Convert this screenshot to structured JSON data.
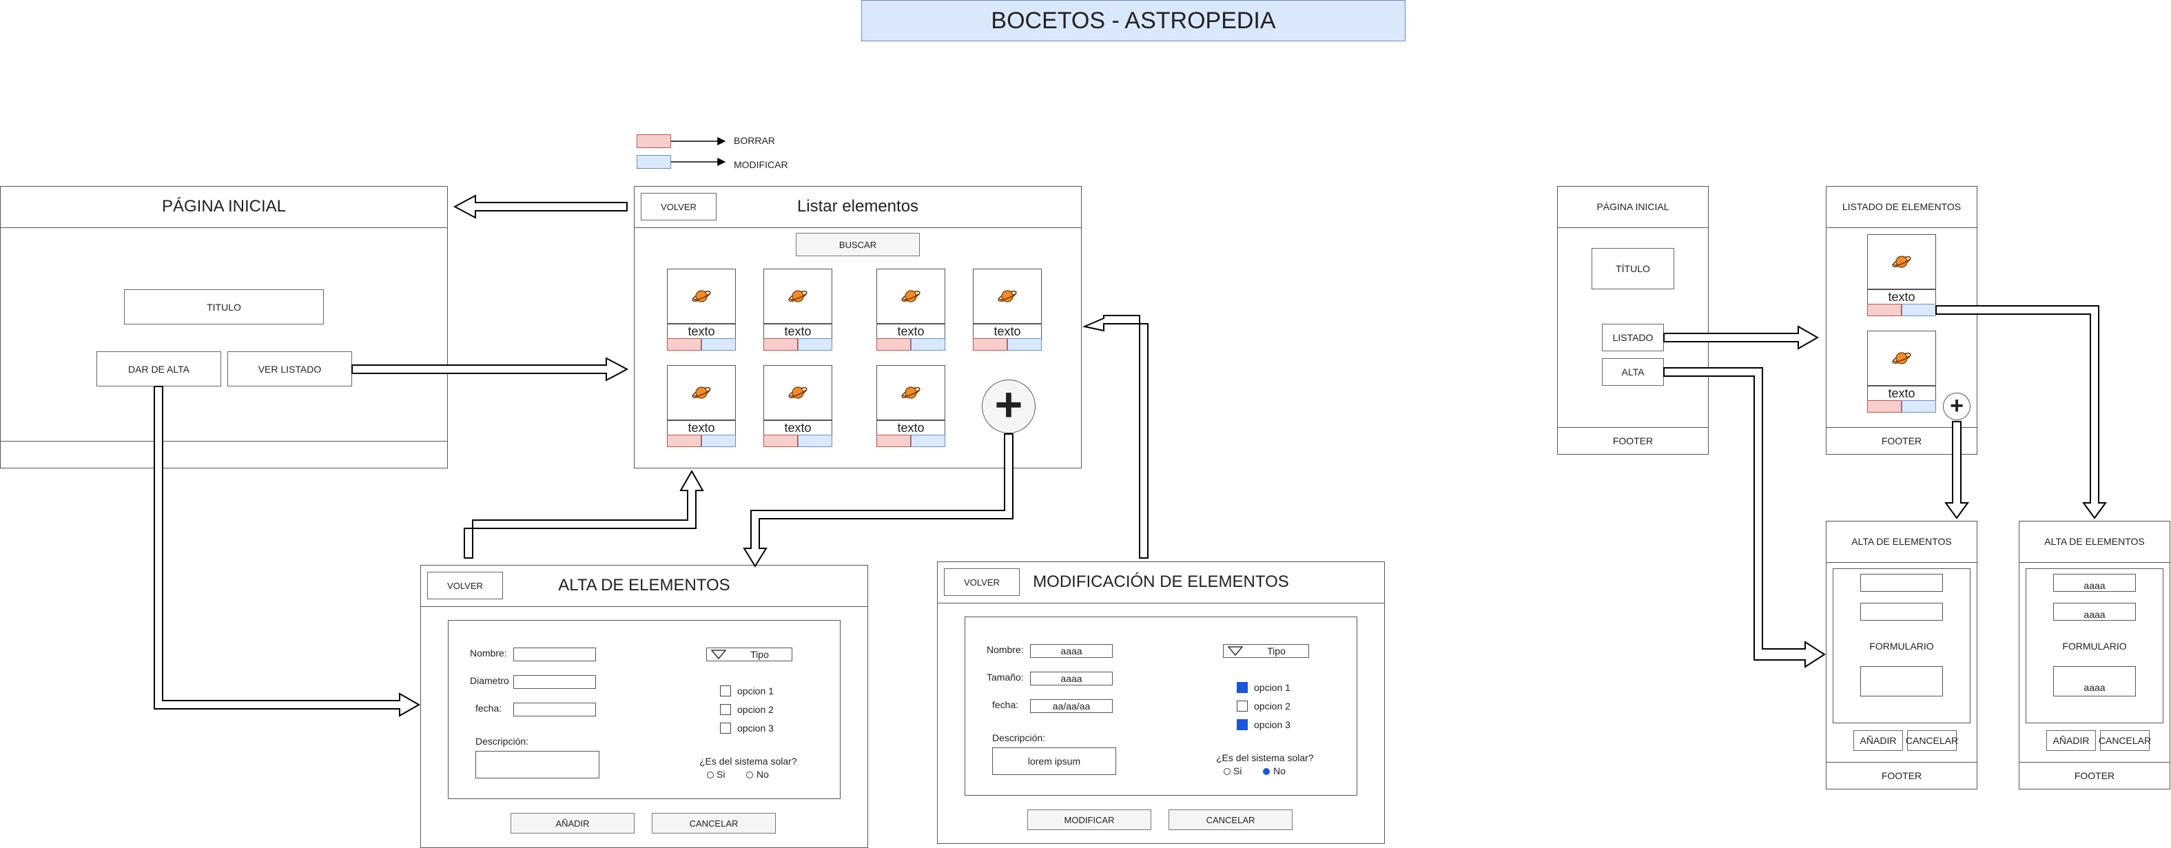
{
  "title": "BOCETOS - ASTROPEDIA",
  "legend": {
    "borrar": "BORRAR",
    "modificar": "MODIFICAR"
  },
  "pagina_inicial": {
    "title": "PÁGINA INICIAL",
    "titulo": "TITULO",
    "dar_de_alta": "DAR DE ALTA",
    "ver_listado": "VER LISTADO"
  },
  "listar": {
    "volver": "VOLVER",
    "title": "Listar elementos",
    "buscar": "BUSCAR",
    "card_text": "texto",
    "add": "+"
  },
  "alta": {
    "volver": "VOLVER",
    "title": "ALTA DE ELEMENTOS",
    "nombre": "Nombre:",
    "diametro": "Diametro",
    "fecha": "fecha:",
    "descripcion": "Descripción:",
    "tipo": "Tipo",
    "opcion1": "opcion 1",
    "opcion2": "opcion 2",
    "opcion3": "opcion 3",
    "pregunta": "¿Es del sistema solar?",
    "si": "Si",
    "no": "No",
    "anadir": "AÑADIR",
    "cancelar": "CANCELAR"
  },
  "modificacion": {
    "volver": "VOLVER",
    "title": "MODIFICACIÓN DE ELEMENTOS",
    "nombre": "Nombre:",
    "tamano": "Tamaño:",
    "fecha": "fecha:",
    "descripcion": "Descripción:",
    "nombre_val": "aaaa",
    "tamano_val": "aaaa",
    "fecha_val": "aa/aa/aa",
    "descripcion_val": "lorem ipsum",
    "tipo": "Tipo",
    "opcion1": "opcion 1",
    "opcion2": "opcion 2",
    "opcion3": "opcion 3",
    "pregunta": "¿Es del sistema solar?",
    "si": "Si",
    "no": "No",
    "modificar": "MODIFICAR",
    "cancelar": "CANCELAR"
  },
  "mobile_inicio": {
    "title": "PÁGINA INICIAL",
    "titulo": "TÍTULO",
    "listado": "LISTADO",
    "alta": "ALTA",
    "footer": "FOOTER"
  },
  "mobile_listado": {
    "title": "LISTADO DE ELEMENTOS",
    "card_text": "texto",
    "add": "+",
    "footer": "FOOTER"
  },
  "mobile_alta": {
    "title": "ALTA DE ELEMENTOS",
    "formulario": "FORMULARIO",
    "anadir": "AÑADIR",
    "cancelar": "CANCELAR",
    "footer": "FOOTER"
  },
  "mobile_mod": {
    "title": "ALTA DE ELEMENTOS",
    "val1": "aaaa",
    "val2": "aaaa",
    "val3": "aaaa",
    "formulario": "FORMULARIO",
    "anadir": "AÑADIR",
    "cancelar": "CANCELAR",
    "footer": "FOOTER"
  },
  "colors": {
    "borrar": "#f8cecc",
    "modificar": "#dae8fc",
    "title_bg": "#dae8fc",
    "checked": "#1a56db",
    "planet": "#f28c28"
  },
  "icons": {
    "planet": "planet-icon",
    "dropdown": "triangle-down-icon",
    "add": "plus-icon"
  }
}
